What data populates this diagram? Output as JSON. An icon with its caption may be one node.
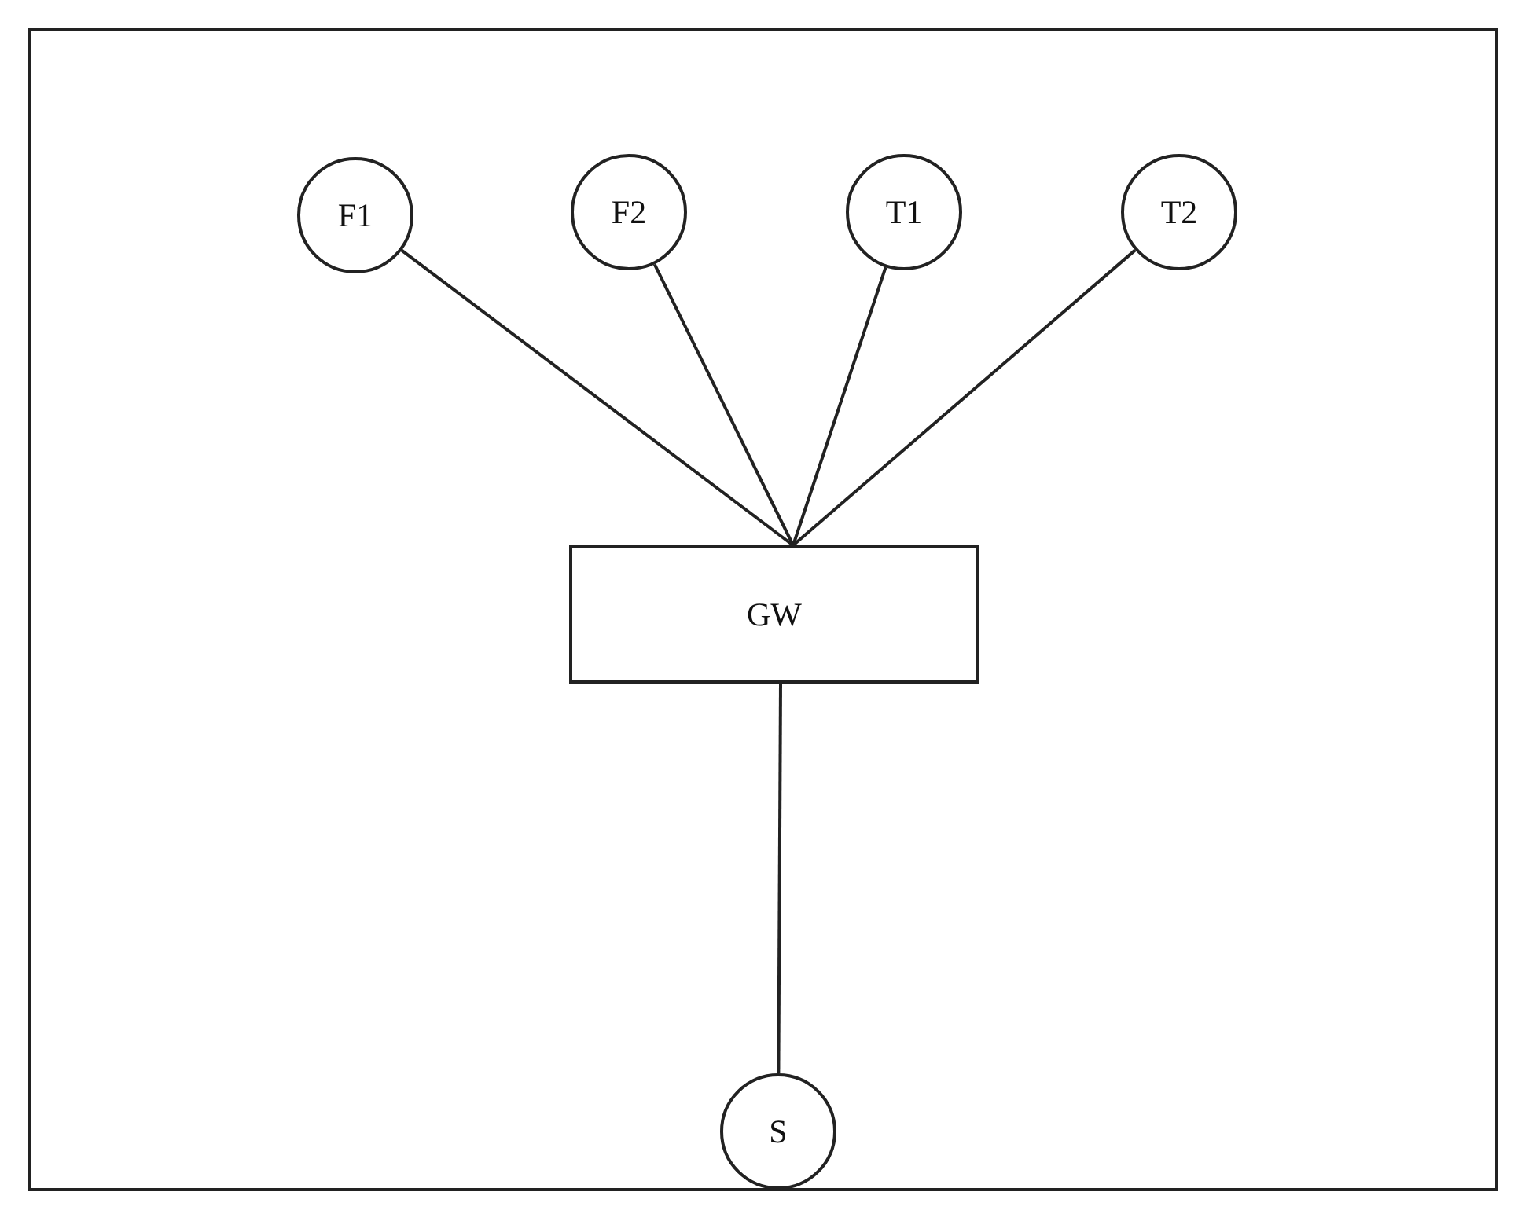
{
  "diagram": {
    "nodes": [
      {
        "text": [
          "F1"
        ]
      },
      {
        "text": [
          "F2"
        ]
      },
      {
        "text": [
          "T1"
        ]
      },
      {
        "text": [
          "T2"
        ]
      },
      {
        "text": [
          "GW"
        ]
      },
      {
        "text": [
          "S"
        ]
      }
    ],
    "edges": [
      {
        "from": 0,
        "to": 4,
        "arrow": "none"
      },
      {
        "from": 1,
        "to": 4,
        "arrow": "none"
      },
      {
        "from": 2,
        "to": 4,
        "arrow": "none"
      },
      {
        "from": 3,
        "to": 4,
        "arrow": "none"
      },
      {
        "from": 4,
        "to": 5,
        "arrow": "none"
      }
    ]
  }
}
